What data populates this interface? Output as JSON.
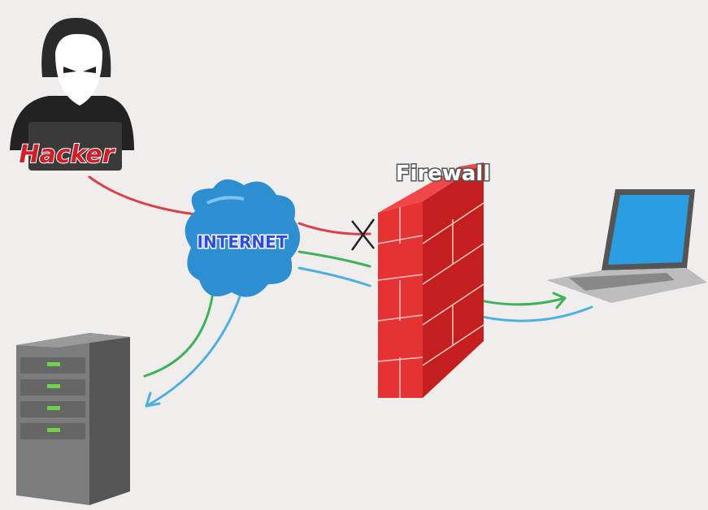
{
  "diagram": {
    "hacker": {
      "label": "Hacker"
    },
    "internet": {
      "label": "INTERNET"
    },
    "firewall": {
      "label": "Firewall"
    },
    "colors": {
      "background": "#f2eded",
      "attack_line": "#d8404a",
      "green_line": "#3fb35a",
      "blue_line": "#4cb0e0",
      "cloud": "#2d8fd0",
      "firewall": "#e02a2a",
      "hacker_label": "#d01f2a"
    }
  }
}
